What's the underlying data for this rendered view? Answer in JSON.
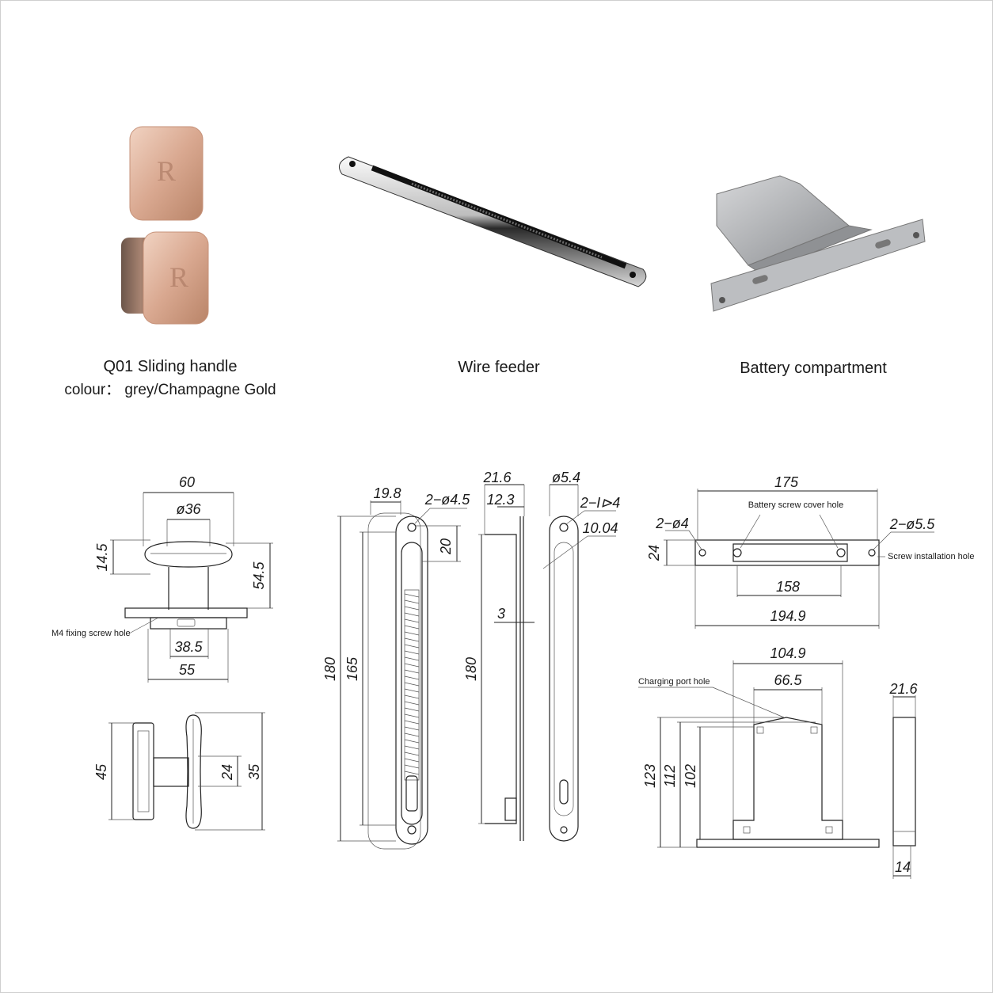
{
  "products": [
    {
      "caption": "Q01 Sliding handle",
      "subcaption": "colour： grey/Champagne Gold",
      "logo_letter": "R"
    },
    {
      "caption": "Wire feeder"
    },
    {
      "caption": "Battery compartment"
    }
  ],
  "handle_drawing": {
    "top_width": "60",
    "knob_dia": "ø36",
    "knob_height": "14.5",
    "total_height": "54.5",
    "note_screw": "M4 fixing screw hole",
    "hole_spacing": "38.5",
    "base_width": "55",
    "side_height": "45",
    "stem_height": "24",
    "grip_height": "35"
  },
  "feeder_drawing": {
    "width": "19.8",
    "holes": "2−ø4.5",
    "top_offset": "20",
    "length_outer": "180",
    "length_inner": "165",
    "side_width": "21.6",
    "side_inner": "12.3",
    "thickness": "3",
    "side_length": "180",
    "hole_dia": "ø5.4",
    "slot_label": "2−I⊳4",
    "slot_length": "10.04"
  },
  "battery_drawing": {
    "plate_length": "175",
    "note_cover": "Battery screw cover hole",
    "holes_left": "2−ø4",
    "holes_right": "2−ø5.5",
    "note_install": "Screw installation hole",
    "plate_height": "24",
    "inner_span": "158",
    "total_length": "194.9",
    "box_width": "104.9",
    "inner_width": "66.5",
    "note_charge": "Charging port hole",
    "h1": "123",
    "h2": "112",
    "h3": "102",
    "depth": "21.6",
    "depth_small": "14"
  }
}
